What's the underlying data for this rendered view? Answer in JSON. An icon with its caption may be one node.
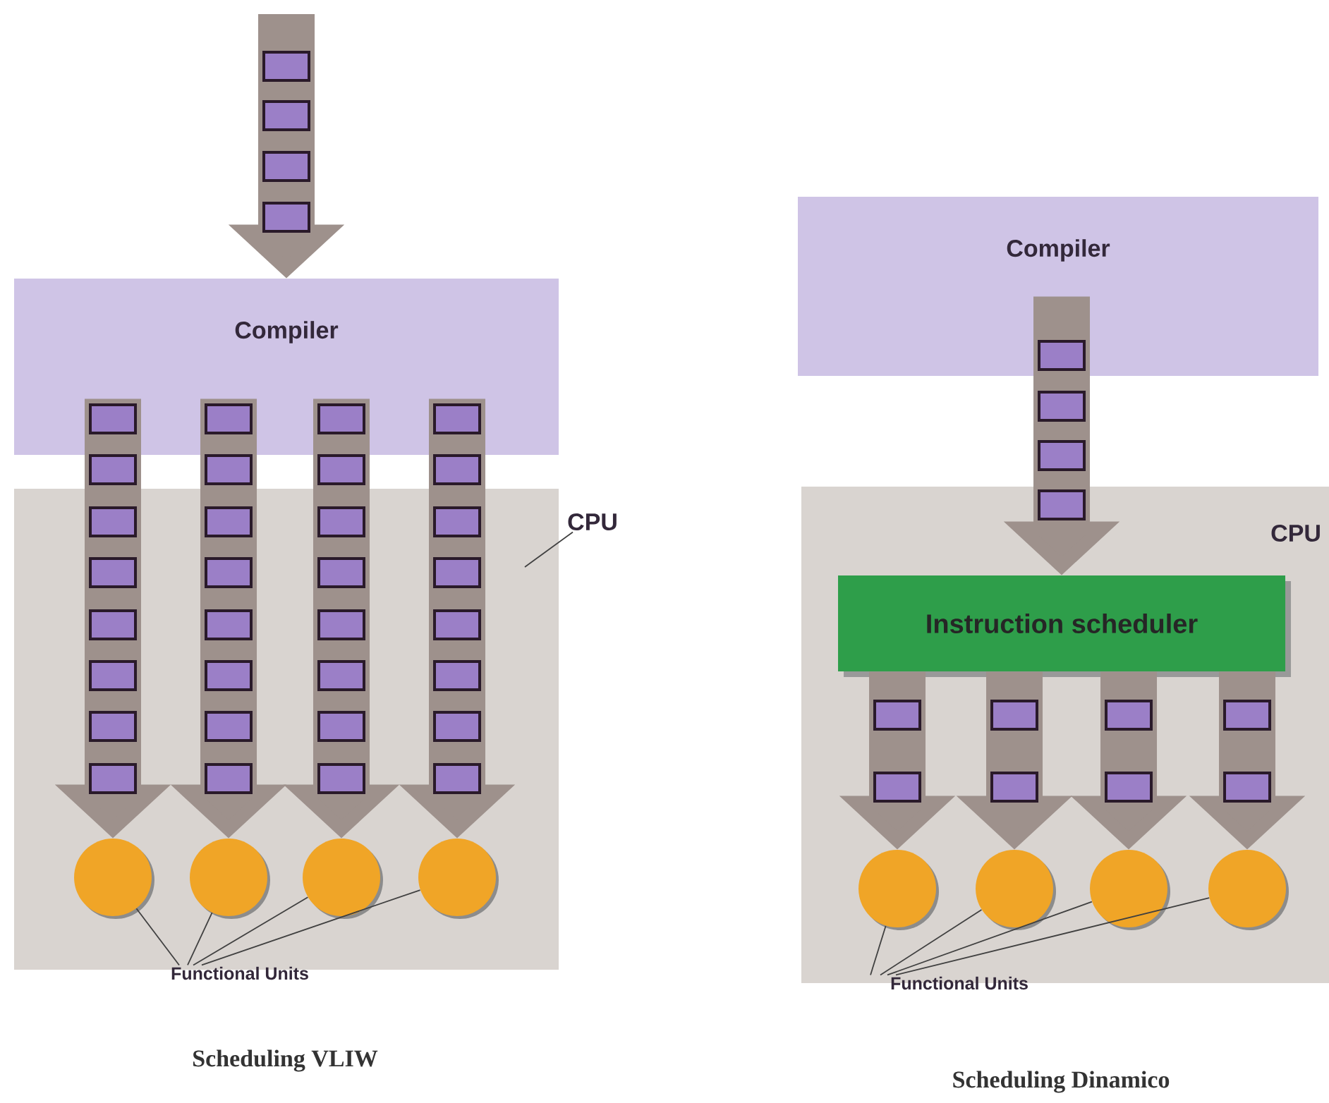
{
  "diagram": {
    "nodes": [
      {
        "text": [
          "Compiler"
        ]
      },
      {
        "text": [
          "CPU"
        ]
      },
      {
        "text": [],
        "shape": "box"
      },
      {
        "text": [],
        "shape": "circle",
        "in": 2
      },
      {
        "text": [],
        "shape": "circle",
        "in": 2
      },
      {
        "text": [],
        "shape": "circle",
        "in": 2
      },
      {
        "text": [],
        "shape": "circle",
        "in": 2
      },
      {
        "text": [
          "Functional Units"
        ]
      },
      {
        "text": [
          "Compiler"
        ]
      },
      {
        "text": [
          "CPU"
        ]
      },
      {
        "text": [
          "Instruction scheduler"
        ],
        "in": 9
      },
      {
        "text": [],
        "shape": "circle",
        "in": 9
      },
      {
        "text": [],
        "shape": "circle",
        "in": 9
      },
      {
        "text": [],
        "shape": "circle",
        "in": 9
      },
      {
        "text": [],
        "shape": "circle",
        "in": 9
      },
      {
        "text": [
          "Functional Units"
        ]
      }
    ],
    "edges": [
      {
        "from": null,
        "to": 0,
        "arrow": "to"
      },
      {
        "from": 0,
        "to": 3,
        "arrow": "to"
      },
      {
        "from": 0,
        "to": 4,
        "arrow": "to"
      },
      {
        "from": 0,
        "to": 5,
        "arrow": "to"
      },
      {
        "from": 0,
        "to": 6,
        "arrow": "to"
      },
      {
        "from": 1,
        "to": 2,
        "arrow": "none",
        "color": "#404040"
      },
      {
        "from": 7,
        "to": 3,
        "arrow": "none",
        "color": "#404040"
      },
      {
        "from": 7,
        "to": 4,
        "arrow": "none",
        "color": "#404040"
      },
      {
        "from": 7,
        "to": 5,
        "arrow": "none",
        "color": "#404040"
      },
      {
        "from": 7,
        "to": 6,
        "arrow": "none",
        "color": "#404040"
      },
      {
        "from": 8,
        "to": 10,
        "arrow": "to"
      },
      {
        "from": 10,
        "to": 11,
        "arrow": "to"
      },
      {
        "from": 10,
        "to": 12,
        "arrow": "to"
      },
      {
        "from": 10,
        "to": 13,
        "arrow": "to"
      },
      {
        "from": 10,
        "to": 14,
        "arrow": "to"
      },
      {
        "from": 15,
        "to": 11,
        "arrow": "none",
        "color": "#404040"
      },
      {
        "from": 15,
        "to": 12,
        "arrow": "none",
        "color": "#404040"
      },
      {
        "from": 15,
        "to": 13,
        "arrow": "none",
        "color": "#404040"
      },
      {
        "from": 15,
        "to": 14,
        "arrow": "none",
        "color": "#404040"
      }
    ],
    "labels": [
      "Scheduling VLIW",
      "Scheduling Dinamico"
    ]
  }
}
